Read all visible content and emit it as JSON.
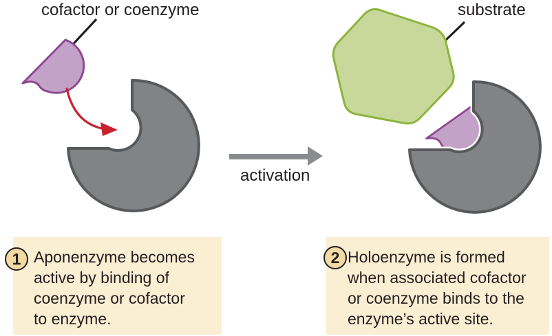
{
  "labels": {
    "cofactor_coenzyme": "cofactor or coenzyme",
    "substrate": "substrate",
    "activation": "activation"
  },
  "steps": [
    {
      "number": "1",
      "text": "Aponenzyme becomes\nactive by binding of\ncoenzyme or cofactor\nto enzyme."
    },
    {
      "number": "2",
      "text": "Holoenzyme is formed\nwhen associated cofactor\nor coenzyme binds to the\nenzyme’s active site."
    }
  ],
  "colors": {
    "enzyme_fill": "#818385",
    "enzyme_stroke": "#58595b",
    "cofactor_fill": "#c3a2c7",
    "cofactor_stroke": "#8f4694",
    "substrate_fill": "#c8d89b",
    "substrate_stroke": "#8cb43c",
    "red_arrow": "#c9222e",
    "activation_arrow": "#8a8c8f",
    "pointer_line": "#231f20",
    "step_box_bg": "#faeed3",
    "step_circle_bg": "#f3d9a2",
    "text": "#231f20"
  }
}
